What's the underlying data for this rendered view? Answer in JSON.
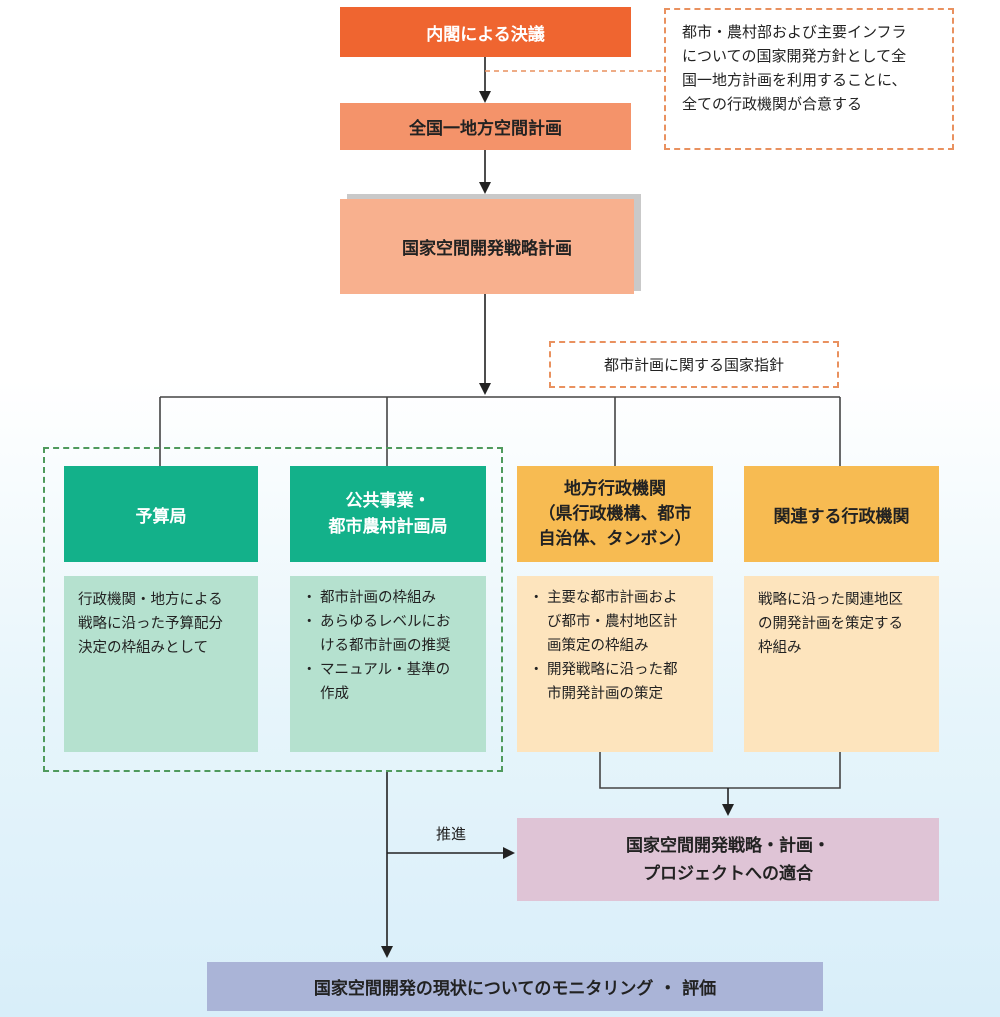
{
  "top": {
    "cabinet": "内閣による決議",
    "national_plan": "全国一地方空間計画",
    "strategy_plan": "国家空間開発戦略計画"
  },
  "note_top": "都市・農村部および主要インフラ\nについての国家開発方針として全\n国一地方計画を利用することに、\n全ての行政機関が合意する",
  "guideline": "都市計画に関する国家指針",
  "agencies": [
    {
      "title": "予算局",
      "description": "行政機関・地方による\n戦略に沿った予算配分\n決定の枠組みとして"
    },
    {
      "title": "公共事業・\n都市農村計画局",
      "bullets": [
        "都市計画の枠組み",
        "あらゆるレベルにお\nける都市計画の推奨",
        "マニュアル・基準の\n作成"
      ]
    },
    {
      "title": "地方行政機関\n（県行政機構、都市\n自治体、タンボン）",
      "bullets": [
        "主要な都市計画およ\nび都市・農村地区計\n画策定の枠組み",
        "開発戦略に沿った都\n市開発計画の策定"
      ]
    },
    {
      "title": "関連する行政機関",
      "description": "戦略に沿った関連地区\nの開発計画を策定する\n枠組み"
    }
  ],
  "promote_label": "推進",
  "conformity": "国家空間開発戦略・計画・\nプロジェクトへの適合",
  "monitoring": "国家空間開発の現状についてのモニタリング ・ 評価",
  "colors": {
    "cabinet": "#ef6530",
    "national_plan": "#f4936a",
    "strategy_plan": "#f8b08e",
    "green_header": "#13b18a",
    "green_body": "#b5e1cf",
    "orange_header": "#f7bb52",
    "orange_body": "#fde4bd",
    "conformity": "#dfc4d6",
    "monitoring": "#aab4d7",
    "dashed_green": "#4f9a5c",
    "dashed_orange": "#e9915f"
  }
}
